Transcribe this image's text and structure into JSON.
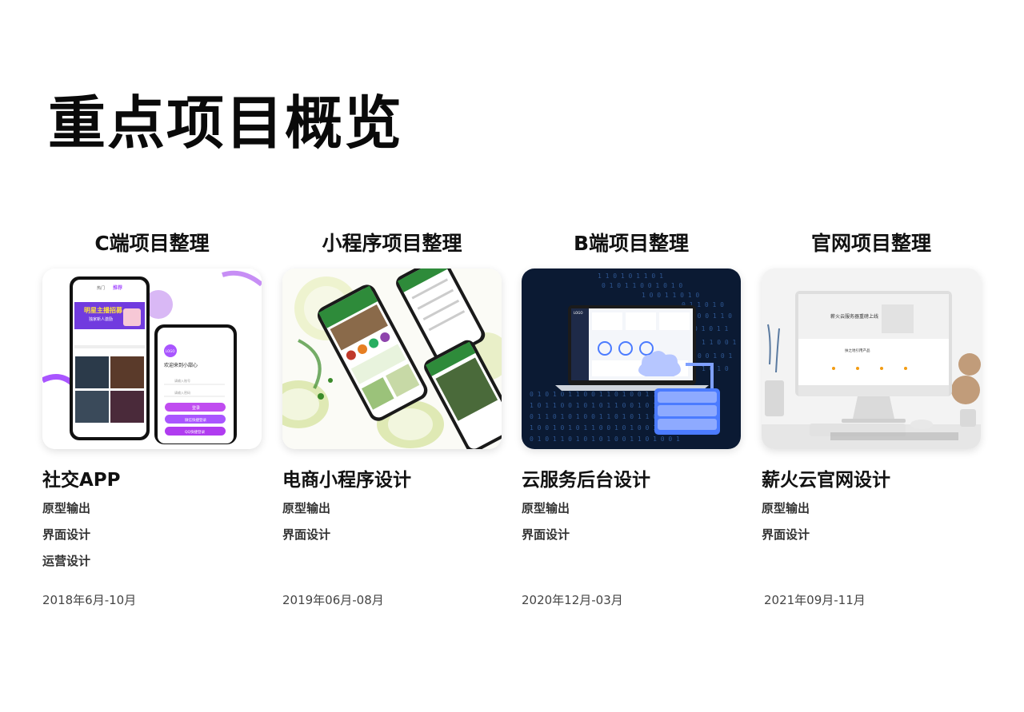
{
  "page": {
    "title": "重点项目概览"
  },
  "columns": [
    {
      "heading": "C端项目整理",
      "project_name": "社交APP",
      "tasks": [
        "原型输出",
        "界面设计",
        "运营设计"
      ],
      "date": "2018年6月-10月",
      "mockup": {
        "tab_hot": "热门",
        "tab_active": "推荐",
        "banner_title": "明星主播招募",
        "banner_sub": "独家新人激励",
        "welcome": "欢迎来到小甜心",
        "phone_placeholder": "请输入账号",
        "pwd_placeholder": "请输入密码",
        "login": "登录",
        "wechat_login": "微信快捷登录",
        "qq_login": "QQ快捷登录",
        "logo": "LOGO"
      }
    },
    {
      "heading": "小程序项目整理",
      "project_name": "电商小程序设计",
      "tasks": [
        "原型输出",
        "界面设计"
      ],
      "date": "2019年06月-08月",
      "mockup": {}
    },
    {
      "heading": "B端项目整理",
      "project_name": "云服务后台设计",
      "tasks": [
        "原型输出",
        "界面设计"
      ],
      "date": "2020年12月-03月",
      "mockup": {
        "logo": "LOGO"
      }
    },
    {
      "heading": "官网项目整理",
      "project_name": "薪火云官网设计",
      "tasks": [
        "原型输出",
        "界面设计"
      ],
      "date": "2021年09月-11月",
      "mockup": {
        "hero_text": "薪火云服务器重磅上线",
        "hero_sub": "扶之地引用产品"
      }
    }
  ],
  "colors": {
    "purple": "#a955ff",
    "magenta": "#d63cf0",
    "green": "#2e8b3a",
    "navy": "#0b1a33",
    "blue": "#4b7bff"
  }
}
